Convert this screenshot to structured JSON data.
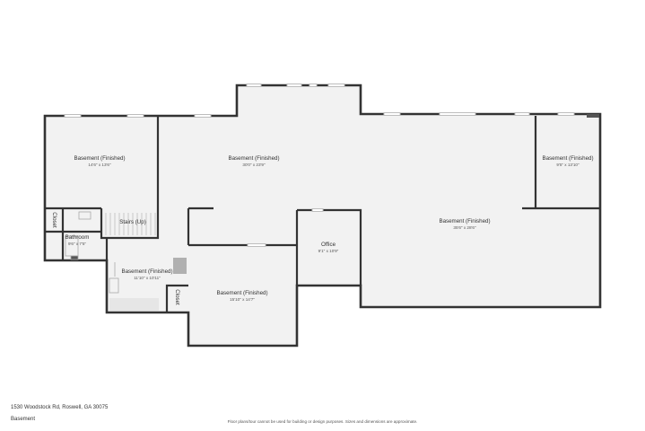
{
  "plan": {
    "rooms": [
      {
        "id": "bsmt-west",
        "name": "Basement (Finished)",
        "dims": "14'6\" x 13'6\""
      },
      {
        "id": "bsmt-center",
        "name": "Basement (Finished)",
        "dims": "30'0\" x 23'9\""
      },
      {
        "id": "bsmt-east-small",
        "name": "Basement (Finished)",
        "dims": "9'5\" x 13'10\""
      },
      {
        "id": "bsmt-east-large",
        "name": "Basement (Finished)",
        "dims": "35'6\" x 28'6\""
      },
      {
        "id": "office",
        "name": "Office",
        "dims": "9'1\" x 10'9\""
      },
      {
        "id": "stairs",
        "name": "Stairs (Up)",
        "dims": ""
      },
      {
        "id": "closet-west",
        "name": "Closet",
        "dims": ""
      },
      {
        "id": "bathroom",
        "name": "Bathroom",
        "dims": "9'6\" x 7'5\""
      },
      {
        "id": "bsmt-lower-left",
        "name": "Basement (Finished)",
        "dims": "11'10\" x 10'11\""
      },
      {
        "id": "closet-lower",
        "name": "Closet",
        "dims": ""
      },
      {
        "id": "bsmt-lower-center",
        "name": "Basement (Finished)",
        "dims": "15'10\" x 14'7\""
      }
    ],
    "colors": {
      "wall": "#333333",
      "floor": "#f2f2f2",
      "window": "#bdbdbd",
      "fixture": "#a9a9a9"
    }
  },
  "footer": {
    "address": "1530 Woodstock Rd, Roswell, GA 30075",
    "level": "Basement",
    "disclaimer": "Floor plans/tour cannot be used for building or design purposes. Sizes and dimensions are approximate."
  }
}
